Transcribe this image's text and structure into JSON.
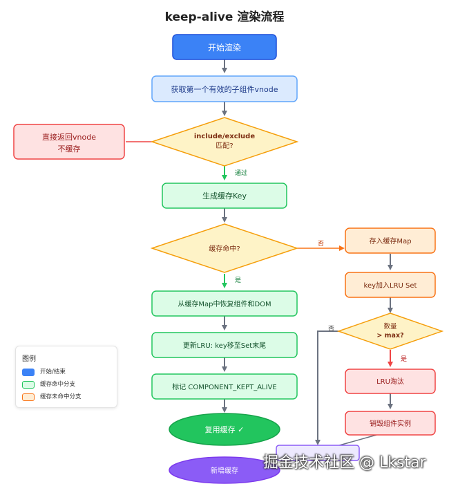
{
  "title": "keep-alive 渲染流程",
  "nodes": {
    "start": "开始渲染",
    "get_vnode": "获取第一个有效的子组件vnode",
    "include_line1": "include/exclude",
    "include_line2": "匹配?",
    "return_line1": "直接返回vnode",
    "return_line2": "不缓存",
    "gen_key": "生成缓存Key",
    "cache_hit": "缓存命中?",
    "restore": "从缓存Map中恢复组件和DOM",
    "update_lru": "更新LRU: key移至Set末尾",
    "mark_kept": "标记 COMPONENT_KEPT_ALIVE",
    "reuse": "复用缓存 ✓",
    "new_cache": "新增缓存",
    "store_map": "存入缓存Map",
    "add_lru": "key加入LRU Set",
    "count_line1": "数量",
    "count_line2": "> max?",
    "lru_evict": "LRU淘汰",
    "destroy": "销毁组件实例"
  },
  "edge_labels": {
    "pass": "通过",
    "no": "否",
    "yes": "是",
    "yes2": "是",
    "no2": "否"
  },
  "legend": {
    "title": "图例",
    "items": [
      {
        "label": "开始/结束",
        "color": "#3b82f6"
      },
      {
        "label": "缓存命中分支",
        "color": "#dcfce7"
      },
      {
        "label": "缓存未命中分支",
        "color": "#ffedd5"
      }
    ]
  },
  "watermark": "掘金技术社区 @ Lkstar",
  "colors": {
    "blue_fill": "#3b82f6",
    "lightblue_fill": "#dbeafe",
    "green_fill": "#dcfce7",
    "green_dark": "#22c55e",
    "orange_fill": "#ffedd5",
    "red_fill": "#fee2e2",
    "yellow_fill": "#fef3c7",
    "purple_fill": "#8b5cf6",
    "arrow_gray": "#6b7280",
    "arrow_green": "#22c55e",
    "arrow_red": "#ef4444"
  }
}
